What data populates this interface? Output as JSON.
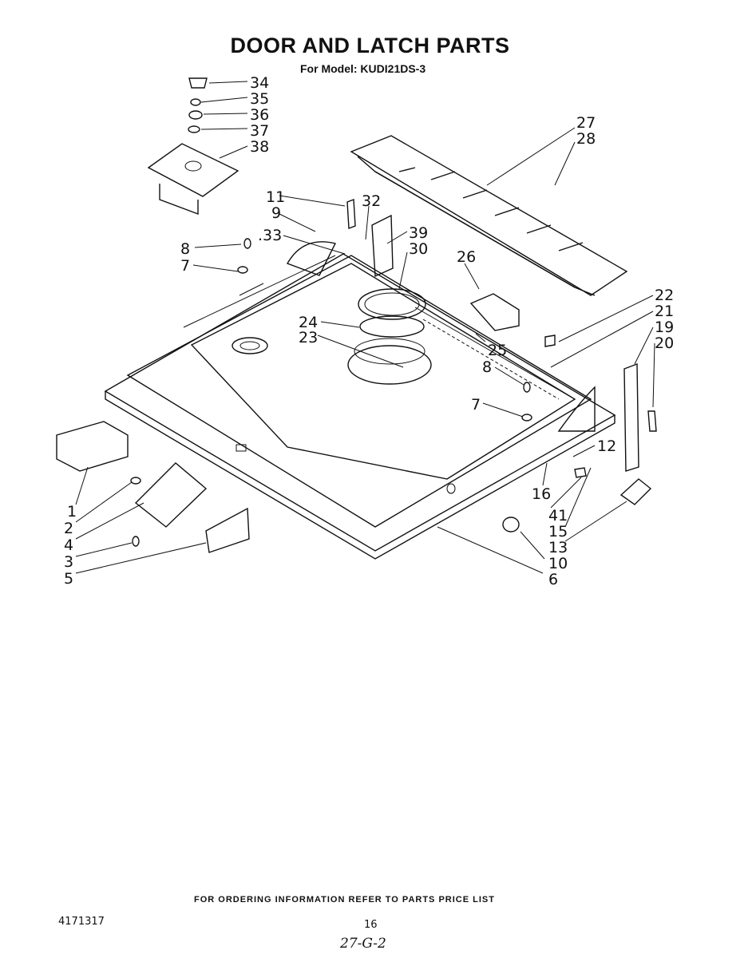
{
  "header": {
    "title": "DOOR AND LATCH PARTS",
    "subtitle": "For Model: KUDI21DS-3"
  },
  "callouts": [
    {
      "label": "34"
    },
    {
      "label": "35"
    },
    {
      "label": "36"
    },
    {
      "label": "37"
    },
    {
      "label": "38"
    },
    {
      "label": "27"
    },
    {
      "label": "28"
    },
    {
      "label": "11"
    },
    {
      "label": "9"
    },
    {
      "label": "32"
    },
    {
      "label": ".33"
    },
    {
      "label": "39"
    },
    {
      "label": "30"
    },
    {
      "label": "26"
    },
    {
      "label": "8"
    },
    {
      "label": "7"
    },
    {
      "label": "24"
    },
    {
      "label": "23"
    },
    {
      "label": "25"
    },
    {
      "label": "22"
    },
    {
      "label": "21"
    },
    {
      "label": "19"
    },
    {
      "label": "20"
    },
    {
      "label": "8"
    },
    {
      "label": "7"
    },
    {
      "label": "12"
    },
    {
      "label": "16"
    },
    {
      "label": "41"
    },
    {
      "label": "15"
    },
    {
      "label": "13"
    },
    {
      "label": "10"
    },
    {
      "label": "6"
    },
    {
      "label": "1"
    },
    {
      "label": "2"
    },
    {
      "label": "4"
    },
    {
      "label": "3"
    },
    {
      "label": "5"
    }
  ],
  "footer": {
    "note": "FOR ORDERING INFORMATION REFER TO PARTS PRICE LIST",
    "doc_number": "4171317",
    "page_number": "16",
    "handwritten": "27-G-2"
  }
}
